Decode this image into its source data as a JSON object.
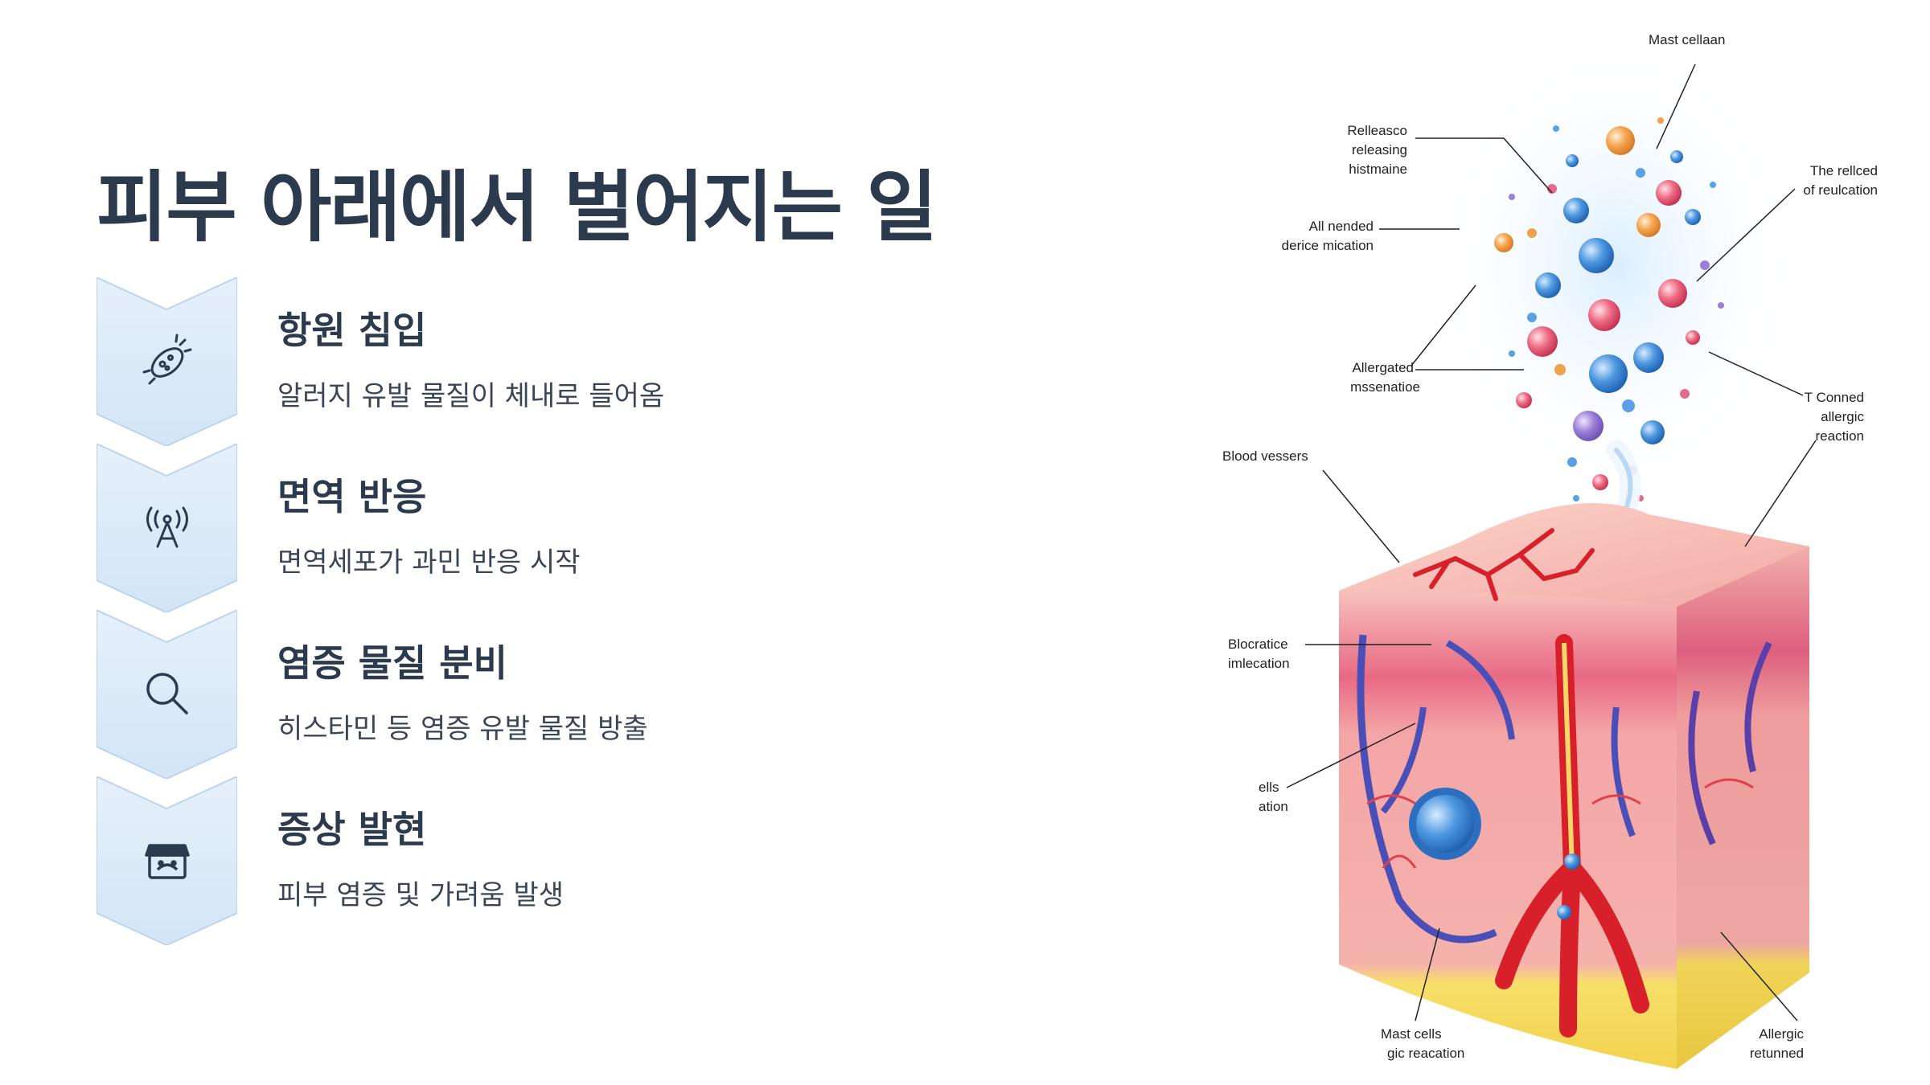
{
  "title": "피부 아래에서 벌어지는 일",
  "steps": [
    {
      "title": "항원 침입",
      "description": "알러지 유발 물질이 체내로 들어옴",
      "icon": "bacteria-icon"
    },
    {
      "title": "면역 반응",
      "description": "면역세포가 과민 반응 시작",
      "icon": "antenna-signal-icon"
    },
    {
      "title": "염증 물질 분비",
      "description": "히스타민 등 염증 유발 물질 방출",
      "icon": "magnifier-icon"
    },
    {
      "title": "증상 발현",
      "description": "피부 염증 및 가려움 발생",
      "icon": "storefront-icon"
    }
  ],
  "illustration": {
    "labels": {
      "mast_cell_top": "Mast cellaan",
      "released_1": "Relleasco",
      "released_2": "releasing",
      "released_3": "histmaine",
      "all_nended_1": "All nended",
      "all_nended_2": "derice mication",
      "allergated_1": "Allergated",
      "allergated_2": "mssenatioe",
      "relleced_1": "The rellced",
      "relleced_2": "of reulcation",
      "tconned_1": "T Conned",
      "tconned_2": "allergic",
      "tconned_3": "reaction",
      "blood_vessers": "Blood vessers",
      "blocratice_1": "Blocratice",
      "blocratice_2": "imlecation",
      "ells_1": "ells",
      "ells_2": "ation",
      "mast_cells_bottom_1": "Mast cells",
      "mast_cells_bottom_2": "gic reacation",
      "allergic_bottom_1": "Allergic",
      "allergic_bottom_2": "retunned"
    }
  },
  "colors": {
    "title": "#2c3a4d",
    "chevron_fill": "#dbeaf8",
    "chevron_stroke": "#b9d3ec",
    "skin_pink": "#f6b8b4",
    "fat_yellow": "#f7e07a",
    "vessel_red": "#d82a2a",
    "vessel_blue": "#4a4fb8"
  }
}
